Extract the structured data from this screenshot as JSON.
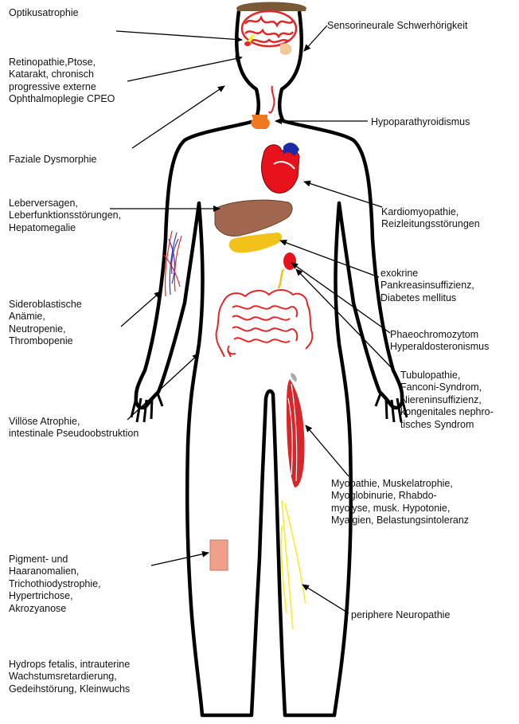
{
  "colors": {
    "body_outline": "#000000",
    "brain": "#e0282a",
    "liver": "#a0674e",
    "gallbladder_pancreas": "#f2c21a",
    "heart_red": "#e8121c",
    "heart_blue": "#1c2aa6",
    "thyroid": "#f07820",
    "intestine": "#e0282a",
    "muscle": "#d8262a",
    "nerve": "#f5ee2a",
    "skin_patch": "#f0a08a",
    "ear": "#f4c79c",
    "hair": "#7a5a36",
    "vessel_red": "#e0282a",
    "vessel_blue": "#3a3ab0"
  },
  "labels": {
    "optikus": [
      "Optikusatrophie"
    ],
    "retino": [
      "Retinopathie,Ptose,",
      "Katarakt, chronisch",
      "progressive externe",
      "Ophthalmoplegie CPEO"
    ],
    "faziale": [
      "Faziale Dysmorphie"
    ],
    "leber": [
      "Leberversagen,",
      "Leberfunktionsstörungen,",
      "Hepatomegalie"
    ],
    "sidero": [
      "Sideroblastische",
      "Anämie,",
      "Neutropenie,",
      "Thrombopenie"
    ],
    "villoese": [
      "Villöse Atrophie,",
      "intestinale Pseudoobstruktion"
    ],
    "pigment": [
      "Pigment- und",
      "Haaranomalien,",
      "Trichothiodystrophie,",
      "Hypertrichose,",
      "Akrozyanose"
    ],
    "hydrops": [
      "Hydrops fetalis, intrauterine",
      "Wachstumsretardierung,",
      "Gedeihstörung, Kleinwuchs"
    ],
    "sensor": [
      "Sensorineurale Schwerhörigkeit"
    ],
    "hypopara": [
      "Hypoparathyroidismus"
    ],
    "kardio": [
      "Kardiomyopathie,",
      "Reizleitungsstörungen"
    ],
    "exokrin": [
      "exokrine",
      "Pankreasinsuffizienz,",
      "Diabetes mellitus"
    ],
    "phaeo": [
      "Phaeochromozytom",
      "Hyperaldosteronismus"
    ],
    "tubulo": [
      "Tubulopathie,",
      "Fanconi-Syndrom,",
      "Niereninsuffizienz,",
      "kongenitales nephro-",
      "tisches Syndrom"
    ],
    "myopathie": [
      "Myopathie, Muskelatrophie,",
      "Myoglobinurie, Rhabdo-",
      "myolyse, musk. Hypotonie,",
      "Myalgien, Belastungsintoleranz"
    ],
    "neuro": [
      "periphere Neuropathie"
    ]
  }
}
